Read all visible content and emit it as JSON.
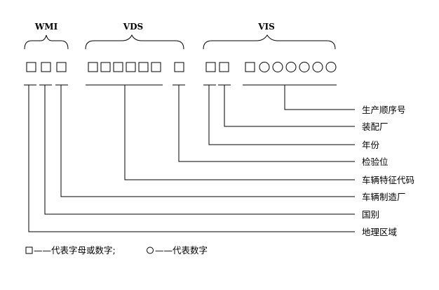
{
  "headers": {
    "wmi": "WMI",
    "vds": "VDS",
    "vis": "VIS"
  },
  "labels": [
    "生产顺序号",
    "装配厂",
    "年份",
    "检验位",
    "车辆特征代码",
    "车辆制造厂",
    "国别",
    "地理区域"
  ],
  "legend": {
    "square_text": "——代表字母或数字;",
    "circle_text": "——代表数字"
  }
}
